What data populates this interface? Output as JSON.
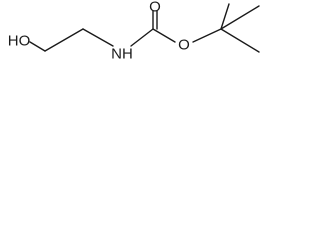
{
  "molecule": {
    "atoms": {
      "hydroxyl": "HO",
      "amine": "NH",
      "carbonyl_oxygen": "O",
      "ester_oxygen": "O"
    }
  }
}
